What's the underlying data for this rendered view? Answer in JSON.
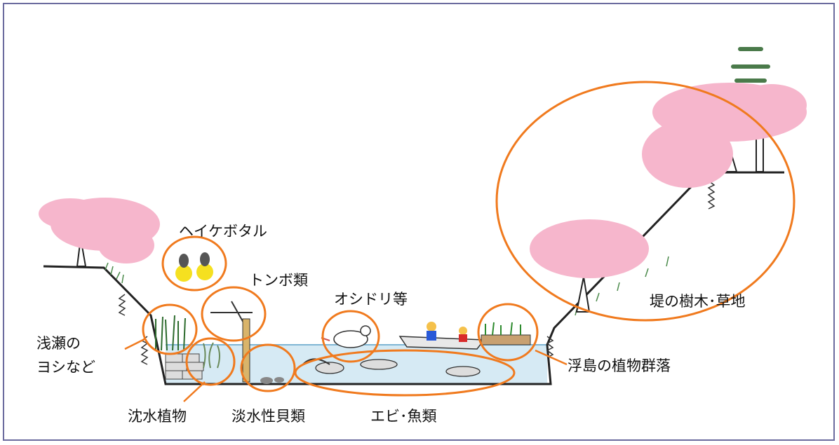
{
  "labels": {
    "firefly": "ヘイケボタル",
    "dragonfly": "トンボ類",
    "duck": "オシドリ等",
    "bank_trees": "堤の樹木･草地",
    "reeds_line1": "浅瀬の",
    "reeds_line2": "ヨシなど",
    "floating_island": "浮島の植物群落",
    "submerged": "沈水植物",
    "shellfish": "淡水性貝類",
    "shrimp_fish": "エビ･魚類"
  },
  "colors": {
    "ring": "#f07a1e",
    "blossom": "#f6b6cc",
    "water": "#cfe6f2",
    "ground": "#222222",
    "frame": "#6b6b9e"
  }
}
